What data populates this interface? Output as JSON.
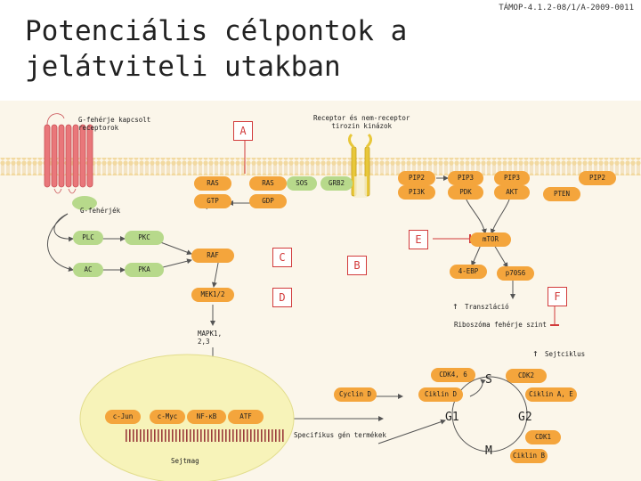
{
  "header": {
    "title_line1": "Potenciális célpontok a",
    "title_line2": "jelátviteli utakban",
    "code": "TÁMOP-4.1.2-08/1/A-2009-0011"
  },
  "labels": {
    "gpcr": "G-fehérje kapcsolt\nreceptorok",
    "rtk": "Receptor és nem-receptor\ntirozin kinázok",
    "gprot": "G-fehérjék",
    "nucleus": "Sejtmag",
    "translation": "Transzláció",
    "ribo": "Riboszóma fehérje szint",
    "cellcycle": "Sejtciklus",
    "specgenes": "Specifikus gén termékek",
    "mapk": "MAPK1,\n2,3",
    "arrow_up": "↑"
  },
  "targets": [
    "A",
    "B",
    "C",
    "D",
    "E",
    "F"
  ],
  "nodes": {
    "ras1": "RAS",
    "ras2": "RAS",
    "sos": "SOS",
    "grb2": "GRB2",
    "gtp": "GTP",
    "gdp": "GDP",
    "plc": "PLC",
    "pkc": "PKC",
    "ac": "AC",
    "pka": "PKA",
    "raf": "RAF",
    "mek": "MEK1/2",
    "pip2a": "PIP2",
    "pip3a": "PIP3",
    "pip3b": "PIP3",
    "pip2b": "PIP2",
    "pi3k": "PI3K",
    "pdk": "PDK",
    "akt": "AKT",
    "pten": "PTEN",
    "mtor": "mTOR",
    "ebp": "4-EBP",
    "p70": "p70S6",
    "cdk46": "CDK4, 6",
    "cycd": "Cyclin D",
    "ciklind": "Ciklin D",
    "cdk2": "CDK2",
    "ciklinae": "Ciklin A, E",
    "cdk1": "CDK1",
    "ciklinb": "Ciklin B",
    "cjun": "c-Jun",
    "cmyc": "c-Myc",
    "nfkb": "NF-ĸB",
    "atf": "ATF"
  },
  "phases": {
    "s": "S",
    "g1": "G1",
    "g2": "G2",
    "m": "M"
  }
}
